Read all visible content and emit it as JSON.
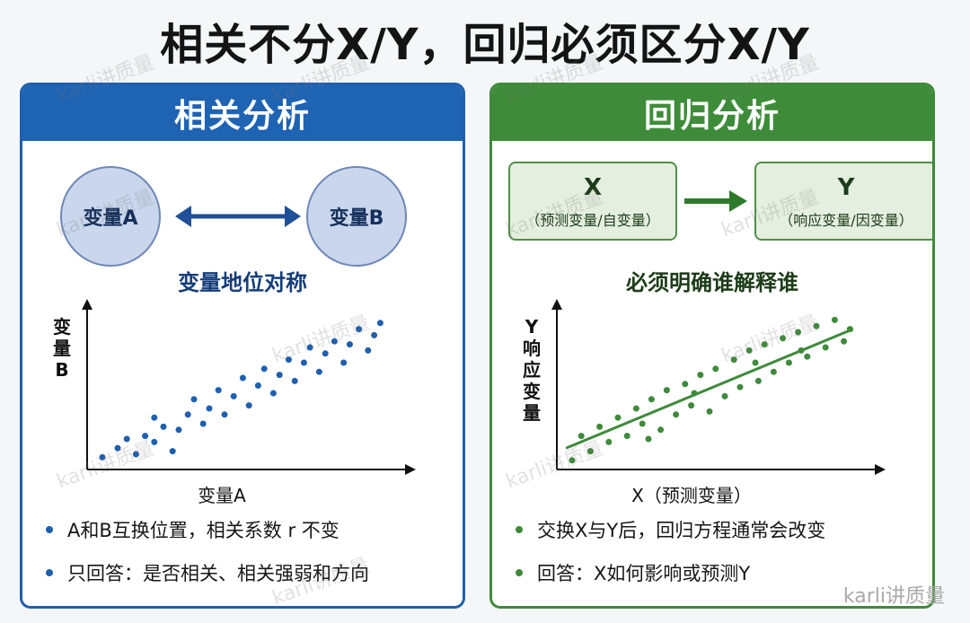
{
  "title": "相关不分X/Y，回归必须区分X/Y",
  "watermark": "karli讲质量",
  "footer": "karli讲质量",
  "colors": {
    "blue": "#1f5fae",
    "green": "#3f8a3b"
  },
  "left": {
    "header": "相关分析",
    "node_a": "变量A",
    "node_b": "变量B",
    "subtitle": "变量地位对称",
    "xlabel": "变量A",
    "ylabel": [
      "变",
      "量",
      "B"
    ],
    "bullets": [
      "A和B互换位置，相关系数 r 不变",
      "只回答：是否相关、相关强弱和方向"
    ]
  },
  "right": {
    "header": "回归分析",
    "node_x": "X",
    "node_x_sub": "（预测变量/自变量）",
    "node_y": "Y",
    "node_y_sub": "（响应变量/因变量）",
    "subtitle": "必须明确谁解释谁",
    "xlabel": "X（预测变量）",
    "ylabel": [
      "Y",
      "响",
      "应",
      "变",
      "量"
    ],
    "bullets": [
      "交换X与Y后，回归方程通常会改变",
      "回答：X如何影响或预测Y"
    ]
  },
  "chart_data": [
    {
      "type": "scatter",
      "xlabel": "变量A",
      "ylabel": "变量B",
      "points": [
        [
          0.05,
          0.08
        ],
        [
          0.1,
          0.14
        ],
        [
          0.13,
          0.2
        ],
        [
          0.16,
          0.1
        ],
        [
          0.19,
          0.22
        ],
        [
          0.22,
          0.18
        ],
        [
          0.25,
          0.28
        ],
        [
          0.22,
          0.34
        ],
        [
          0.28,
          0.12
        ],
        [
          0.3,
          0.26
        ],
        [
          0.33,
          0.36
        ],
        [
          0.35,
          0.46
        ],
        [
          0.38,
          0.3
        ],
        [
          0.4,
          0.4
        ],
        [
          0.43,
          0.52
        ],
        [
          0.45,
          0.36
        ],
        [
          0.48,
          0.48
        ],
        [
          0.51,
          0.6
        ],
        [
          0.53,
          0.42
        ],
        [
          0.56,
          0.55
        ],
        [
          0.58,
          0.66
        ],
        [
          0.61,
          0.5
        ],
        [
          0.63,
          0.62
        ],
        [
          0.66,
          0.72
        ],
        [
          0.68,
          0.58
        ],
        [
          0.71,
          0.7
        ],
        [
          0.73,
          0.8
        ],
        [
          0.76,
          0.64
        ],
        [
          0.78,
          0.76
        ],
        [
          0.81,
          0.84
        ],
        [
          0.84,
          0.7
        ],
        [
          0.86,
          0.82
        ],
        [
          0.89,
          0.92
        ],
        [
          0.92,
          0.78
        ],
        [
          0.94,
          0.88
        ],
        [
          0.96,
          0.96
        ]
      ]
    },
    {
      "type": "scatter",
      "xlabel": "X（预测变量）",
      "ylabel": "Y（响应变量）",
      "fit_line": [
        [
          0.03,
          0.14
        ],
        [
          0.97,
          0.92
        ]
      ],
      "points": [
        [
          0.05,
          0.06
        ],
        [
          0.08,
          0.22
        ],
        [
          0.11,
          0.12
        ],
        [
          0.14,
          0.28
        ],
        [
          0.17,
          0.18
        ],
        [
          0.2,
          0.34
        ],
        [
          0.23,
          0.22
        ],
        [
          0.26,
          0.4
        ],
        [
          0.28,
          0.3
        ],
        [
          0.31,
          0.46
        ],
        [
          0.34,
          0.26
        ],
        [
          0.36,
          0.52
        ],
        [
          0.39,
          0.36
        ],
        [
          0.42,
          0.56
        ],
        [
          0.44,
          0.42
        ],
        [
          0.47,
          0.62
        ],
        [
          0.5,
          0.38
        ],
        [
          0.52,
          0.66
        ],
        [
          0.55,
          0.48
        ],
        [
          0.58,
          0.72
        ],
        [
          0.6,
          0.54
        ],
        [
          0.63,
          0.78
        ],
        [
          0.66,
          0.58
        ],
        [
          0.68,
          0.82
        ],
        [
          0.71,
          0.64
        ],
        [
          0.74,
          0.86
        ],
        [
          0.76,
          0.7
        ],
        [
          0.79,
          0.9
        ],
        [
          0.82,
          0.74
        ],
        [
          0.85,
          0.94
        ],
        [
          0.88,
          0.8
        ],
        [
          0.91,
          0.98
        ],
        [
          0.94,
          0.84
        ],
        [
          0.96,
          0.92
        ],
        [
          0.3,
          0.2
        ],
        [
          0.65,
          0.7
        ],
        [
          0.8,
          0.78
        ],
        [
          0.45,
          0.5
        ]
      ]
    }
  ]
}
